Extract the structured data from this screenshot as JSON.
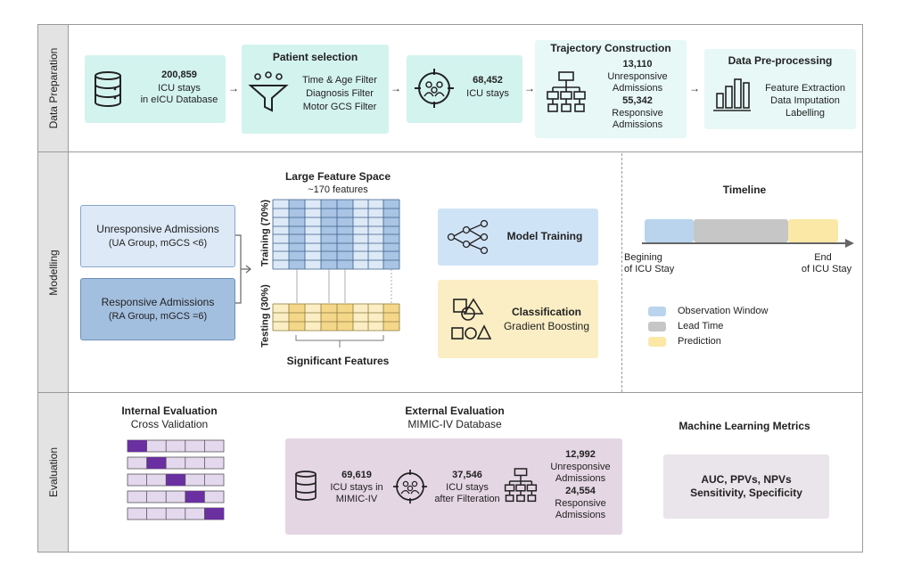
{
  "sections": {
    "data_preparation": "Data Preparation",
    "modelling": "Modelling",
    "evaluation": "Evaluation"
  },
  "prep": {
    "db": {
      "count": "200,859",
      "line1": "ICU stays",
      "line2": "in eICU Database"
    },
    "selection": {
      "title": "Patient selection",
      "f1": "Time & Age Filter",
      "f2": "Diagnosis Filter",
      "f3": "Motor GCS Filter"
    },
    "stays": {
      "count": "68,452",
      "label": "ICU stays"
    },
    "trajectory": {
      "title": "Trajectory Construction",
      "n1": "13,110",
      "l1a": "Unresponsive",
      "l1b": "Admissions",
      "n2": "55,342",
      "l2a": "Responsive",
      "l2b": "Admissions"
    },
    "preproc": {
      "title": "Data Pre-processing",
      "s1": "Feature Extraction",
      "s2": "Data Imputation",
      "s3": "Labelling"
    }
  },
  "modelling": {
    "ua": {
      "line1": "Unresponsive Admissions",
      "line2": "(UA Group, mGCS <6)"
    },
    "ra": {
      "line1": "Responsive Admissions",
      "line2": "(RA Group, mGCS =6)"
    },
    "training": "Training (70%)",
    "testing": "Testing (30%)",
    "feature_title": "Large Feature Space",
    "feature_sub": "~170 features",
    "significant": "Significant Features",
    "model_training": "Model Training",
    "classification": "Classification",
    "gradient_boosting": "Gradient Boosting",
    "timeline": {
      "title": "Timeline",
      "start_a": "Begining",
      "start_b": "of ICU Stay",
      "end_a": "End",
      "end_b": "of ICU Stay",
      "legend": [
        "Observation Window",
        "Lead Time",
        "Prediction"
      ]
    }
  },
  "evaluation": {
    "internal_title": "Internal Evaluation",
    "internal_sub": "Cross Validation",
    "external_title": "External Evaluation",
    "external_sub": "MIMIC-IV Database",
    "ext_db": {
      "count": "69,619",
      "line1": "ICU stays in",
      "line2": "MIMIC-IV"
    },
    "ext_stays": {
      "count": "37,546",
      "line1": "ICU stays",
      "line2": "after Filteration"
    },
    "ext_traj": {
      "n1": "12,992",
      "l1a": "Unresponsive",
      "l1b": "Admissions",
      "n2": "24,554",
      "l2a": "Responsive",
      "l2b": "Admissions"
    },
    "metrics_title": "Machine Learning Metrics",
    "metrics_line1": "AUC, PPVs, NPVs",
    "metrics_line2": "Sensitivity, Specificity"
  },
  "colors": {
    "cyan": "#d3f3ef",
    "light_cyan": "#e7f8f6",
    "blue_light": "#dde9f6",
    "blue": "#a3bfdf",
    "model_blue": "#cfe3f7",
    "yellow": "#fbeec4",
    "purple_bg": "#e5d6e3",
    "purple": "#6a2fa0",
    "grey_bg": "#eae5ea",
    "timeline_blue": "#b9d4ec",
    "timeline_grey": "#c6c6c6",
    "timeline_yellow": "#fbe8a6"
  }
}
